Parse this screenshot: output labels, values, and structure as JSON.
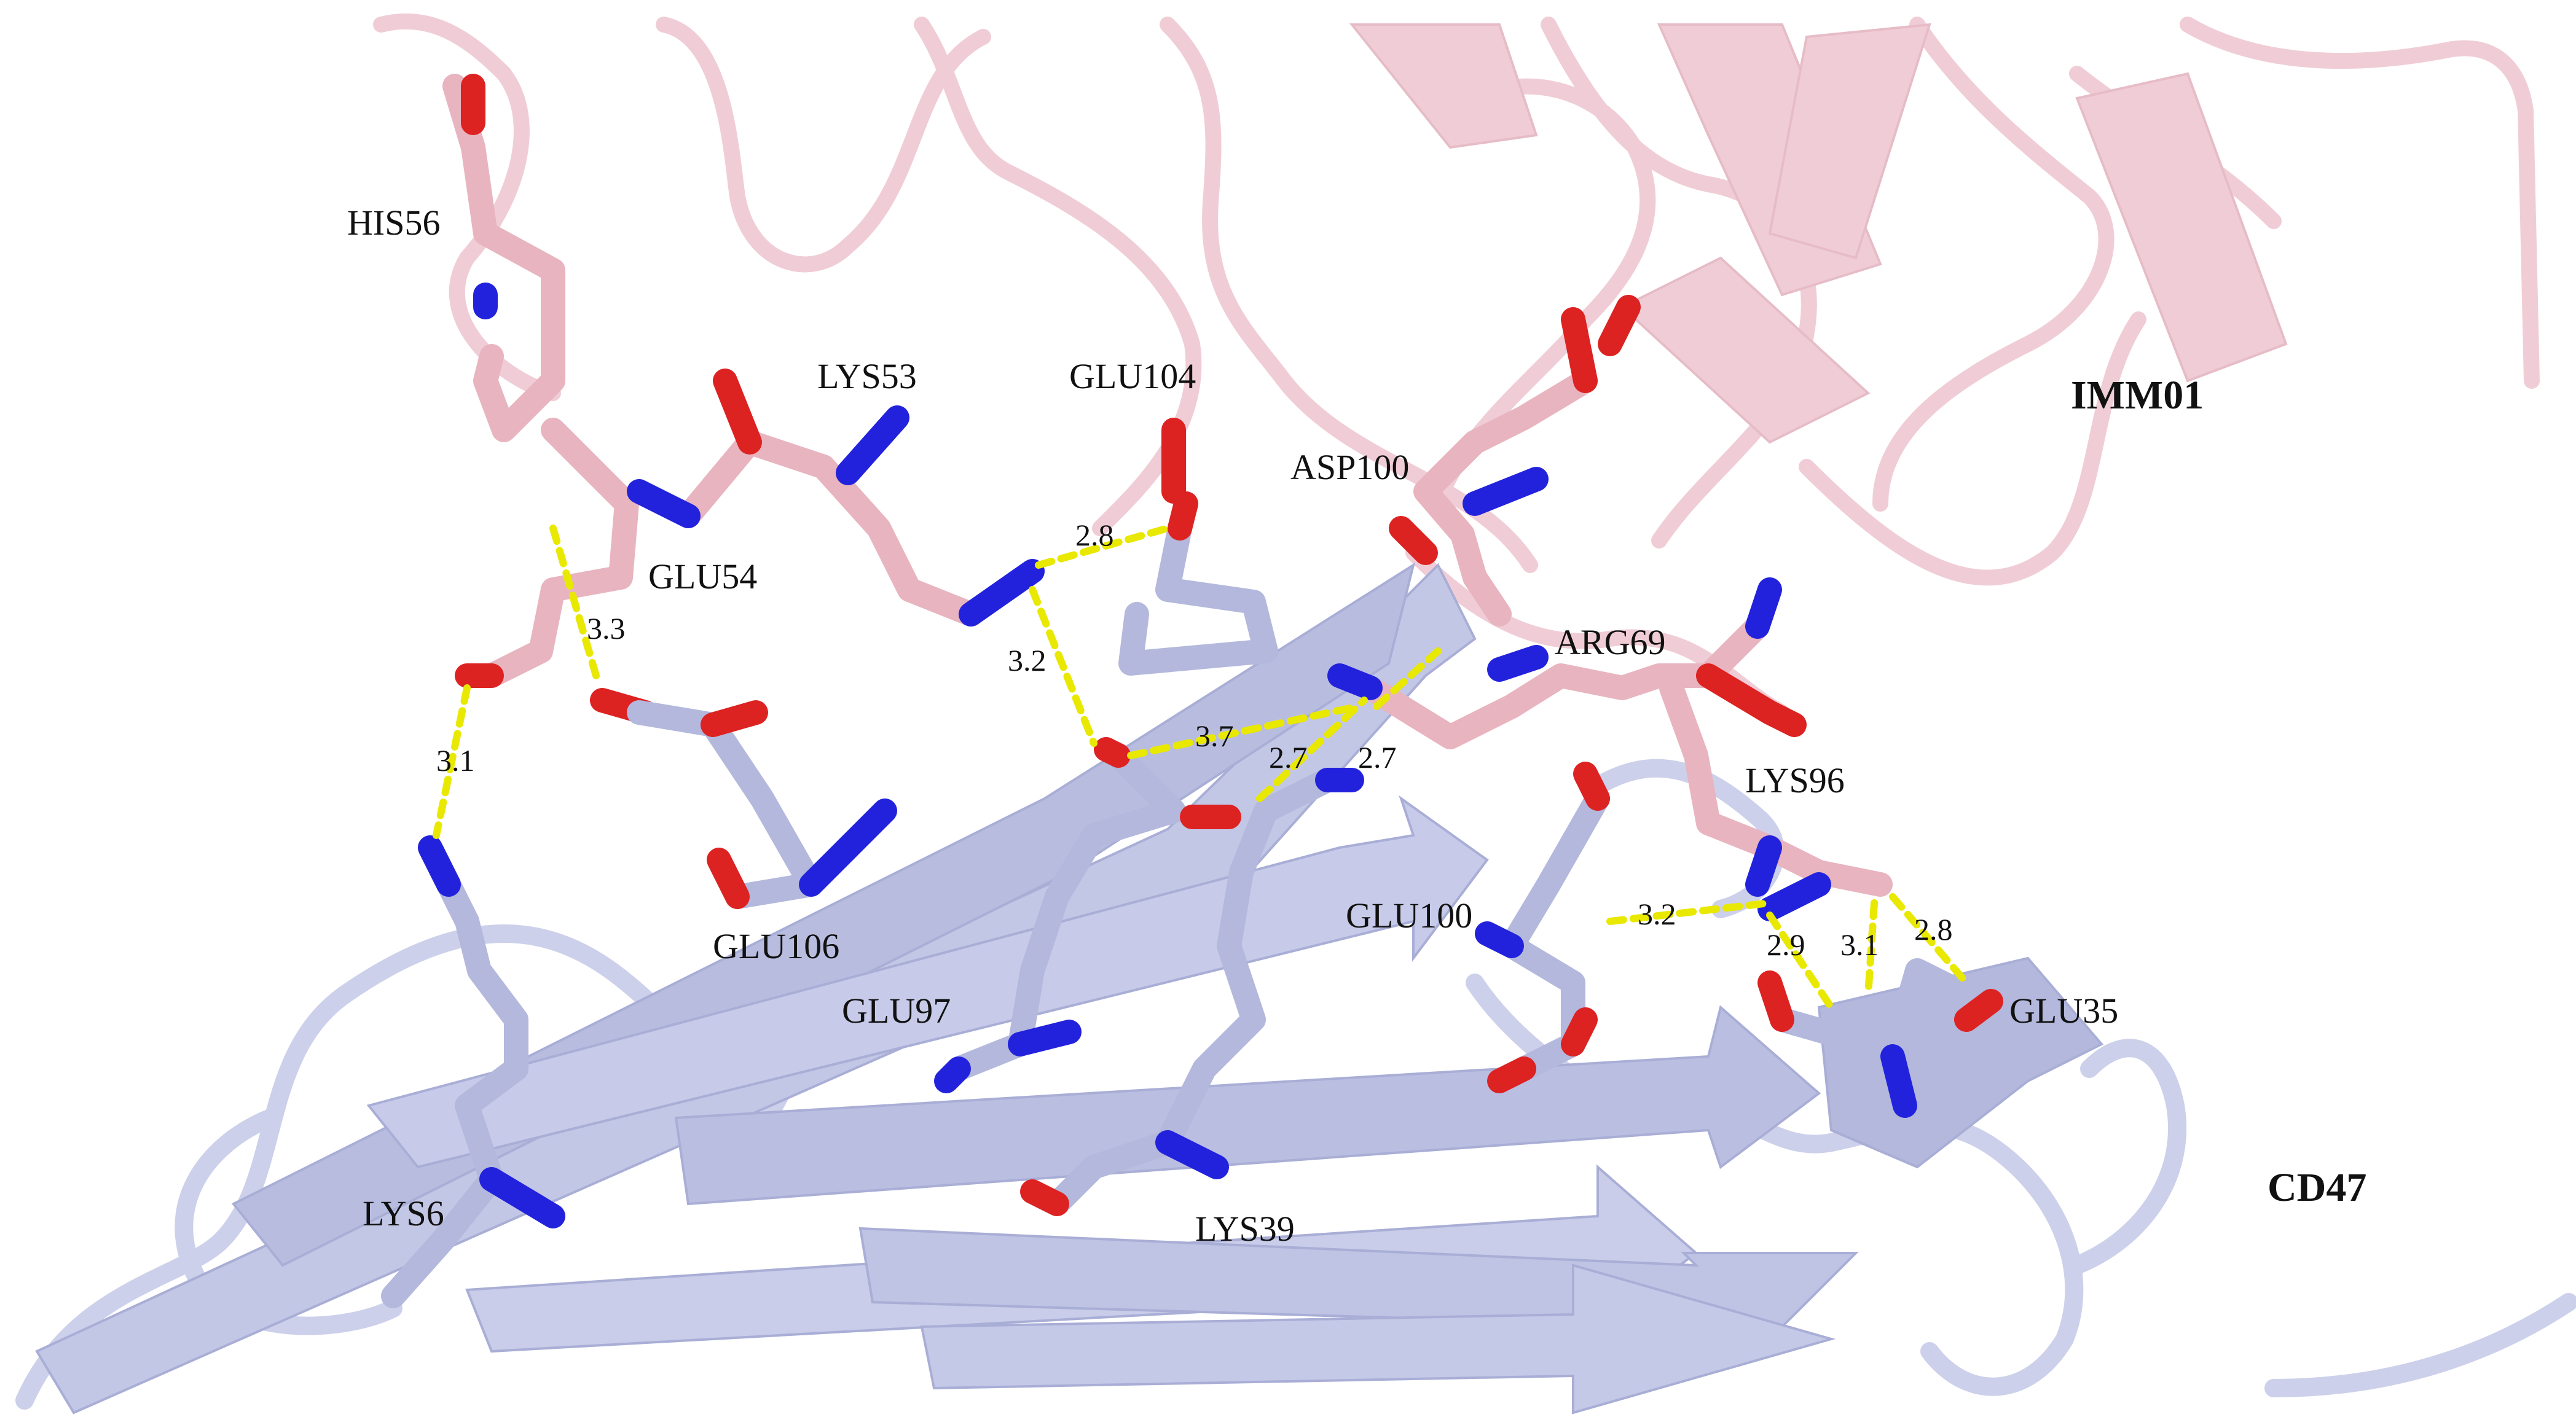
{
  "chains": {
    "imm01": {
      "label": "IMM01",
      "color": "#e8b4bf",
      "ribbon_color": "#f2d2db"
    },
    "cd47": {
      "label": "CD47",
      "color": "#b3b8dc",
      "ribbon_color": "#c9cde8"
    }
  },
  "residues": {
    "his56": "HIS56",
    "lys53": "LYS53",
    "glu104": "GLU104",
    "asp100": "ASP100",
    "glu54": "GLU54",
    "arg69": "ARG69",
    "lys96": "LYS96",
    "glu106": "GLU106",
    "glu100": "GLU100",
    "glu97": "GLU97",
    "glu35": "GLU35",
    "lys6": "LYS6",
    "lys39": "LYS39"
  },
  "hbond_distances": {
    "lys53_glu104": "2.8",
    "glu54_a": "3.3",
    "glu54_lys6": "3.1",
    "lys53_glu97": "3.2",
    "glu97_arg69": "3.7",
    "arg69_a": "2.7",
    "arg69_b": "2.7",
    "glu100_lys96": "3.2",
    "lys96_glu35_a": "2.9",
    "lys96_glu35_b": "3.1",
    "lys96_glu35_c": "2.8"
  },
  "atom_colors": {
    "nitrogen": "#2222dd",
    "oxygen": "#dd2222",
    "hbond": "#e8e800"
  }
}
